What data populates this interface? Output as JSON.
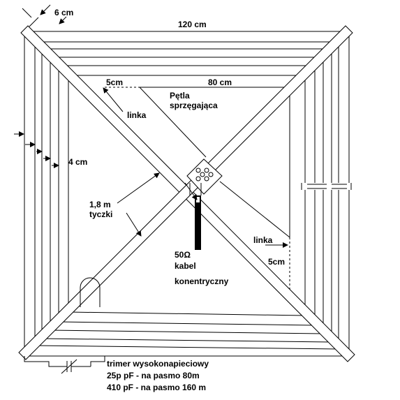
{
  "labels": {
    "dim_6cm": "6 cm",
    "dim_120cm": "120 cm",
    "dim_5cm_top": "5cm",
    "dim_80cm": "80 cm",
    "petla": "Pętla",
    "sprzegajaca": "sprzęgająca",
    "linka_top": "linka",
    "dim_4cm": "4 cm",
    "tyczki_length": "1,8 m",
    "tyczki": "tyczki",
    "cable_impedance": "50Ω",
    "kabel": "kabel",
    "konentryczny": "konentryczny",
    "linka_right": "linka",
    "dim_5cm_right": "5cm",
    "trimer_title": "trimer wysokonapieciowy",
    "trimer_80m": "25p pF - na pasmo 80m",
    "trimer_160m": "410 pF - na pasmo 160 m"
  }
}
